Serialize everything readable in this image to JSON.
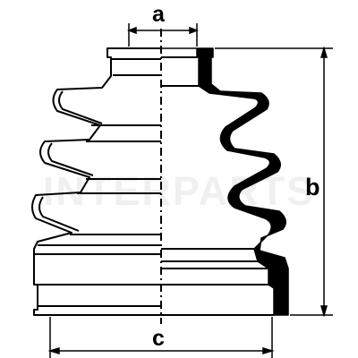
{
  "dimensions": {
    "a": "a",
    "b": "b",
    "c": "c"
  },
  "watermark": "INTERPARTS",
  "colors": {
    "ink": "#000000",
    "background": "#ffffff"
  }
}
